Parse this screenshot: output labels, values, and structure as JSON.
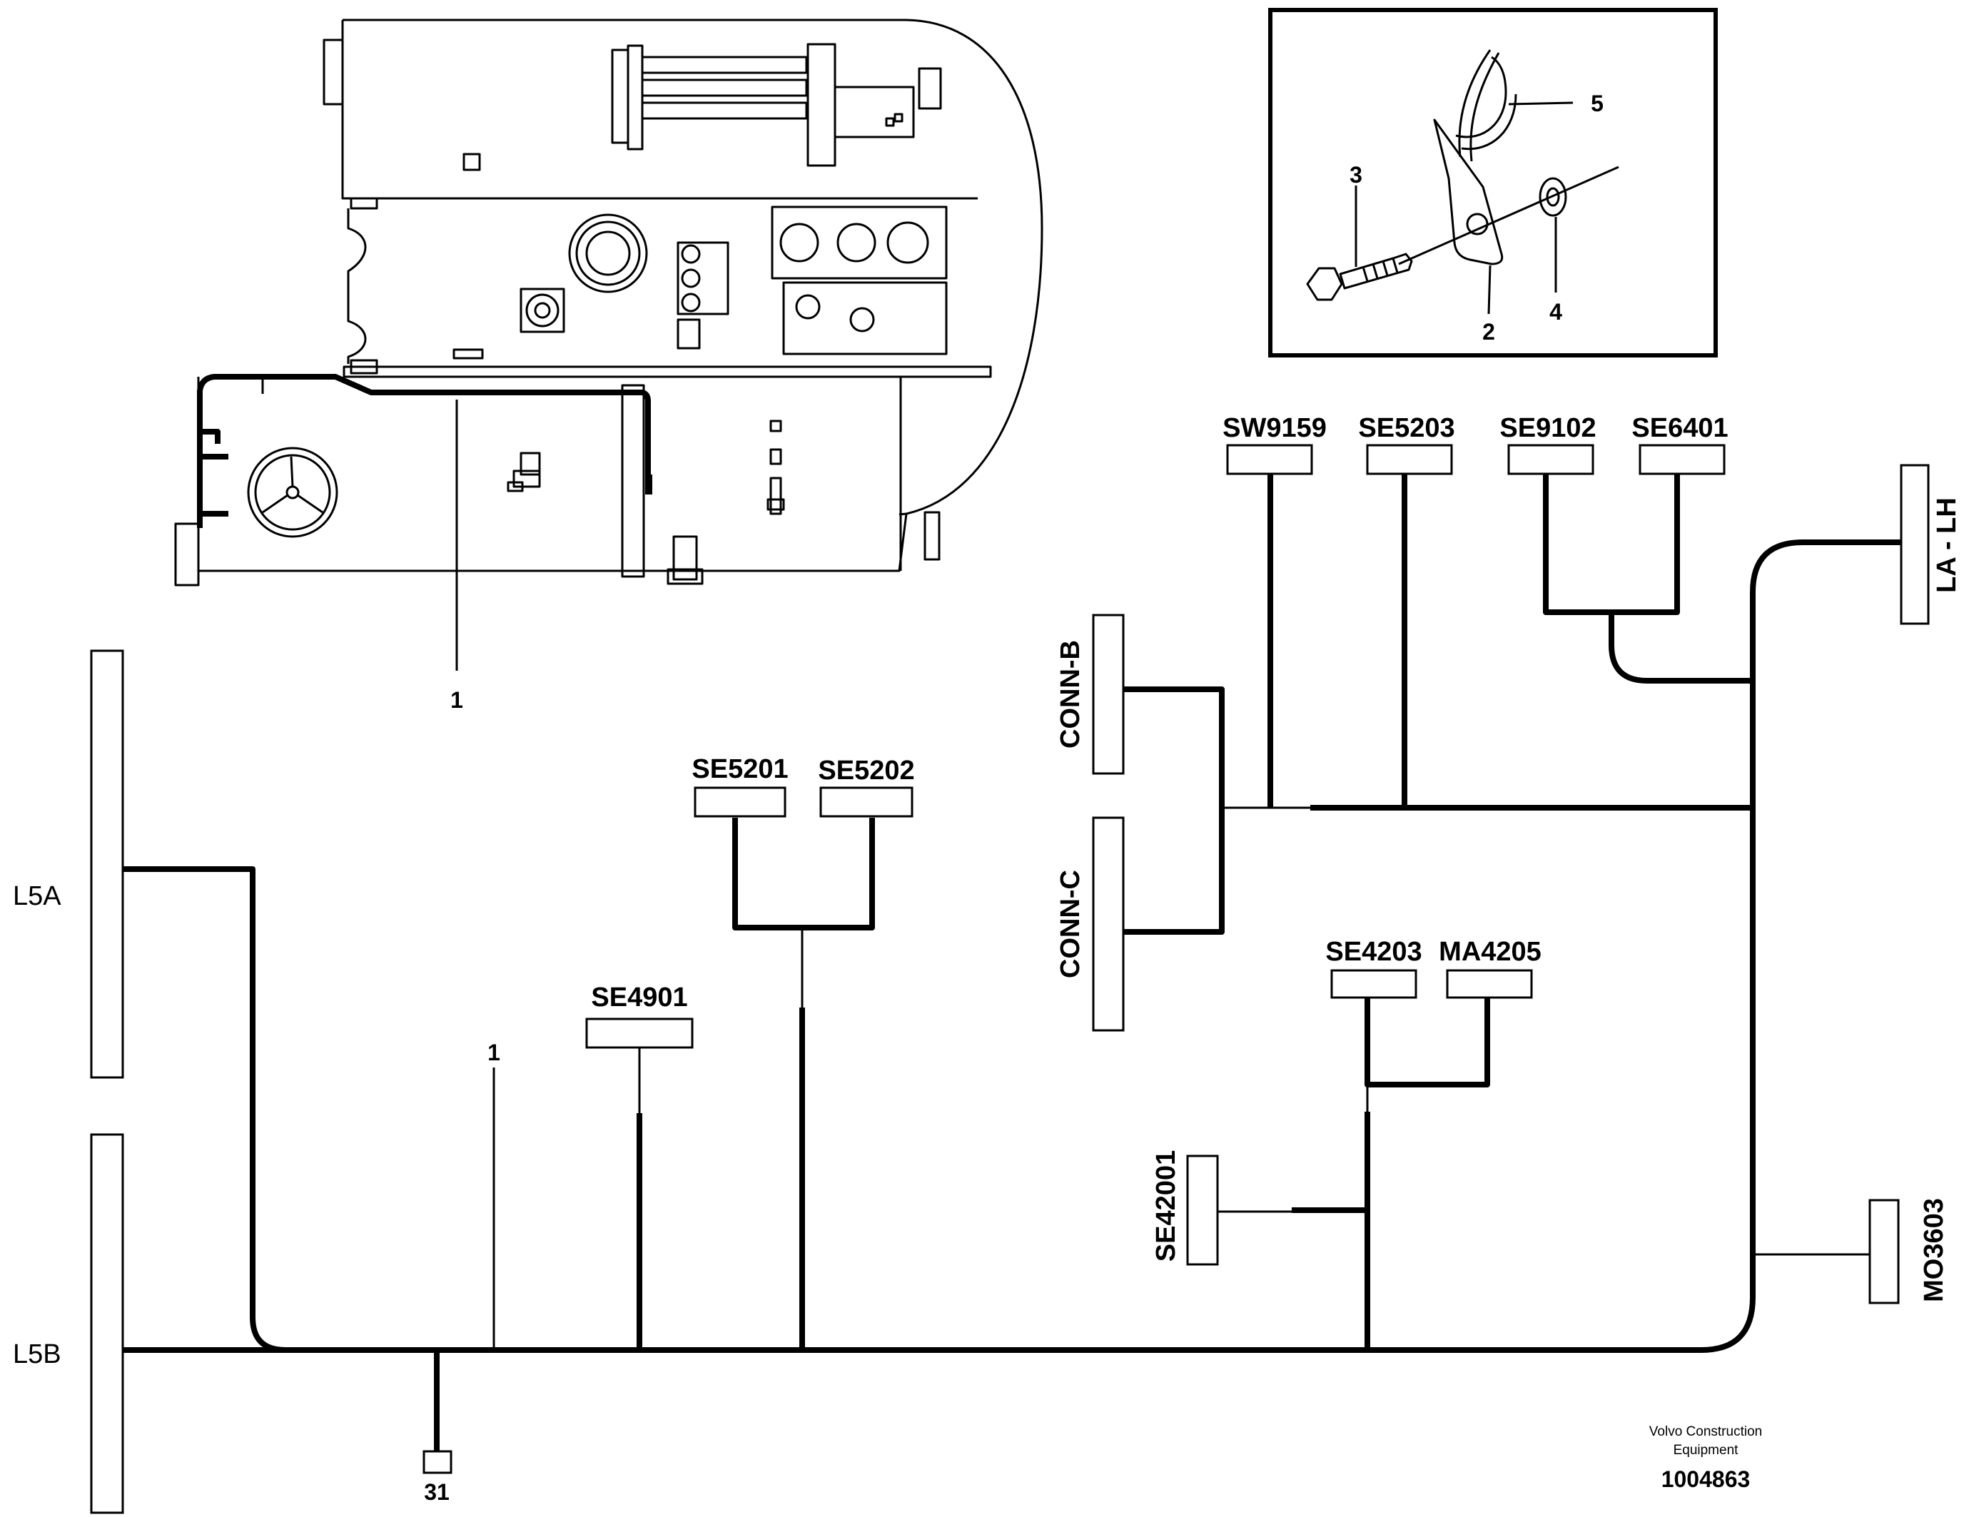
{
  "connectors": {
    "sw9159": "SW9159",
    "se5203": "SE5203",
    "se9102": "SE9102",
    "se6401": "SE6401",
    "la_lh": "LA - LH",
    "conn_b": "CONN-B",
    "conn_c": "CONN-C",
    "se5201": "SE5201",
    "se5202": "SE5202",
    "se4901": "SE4901",
    "se4203": "SE4203",
    "ma4205": "MA4205",
    "se42001": "SE42001",
    "mo3603": "MO3603",
    "l5a": "L5A",
    "l5b": "L5B",
    "ground": "31"
  },
  "callouts": {
    "harness_top": "1",
    "harness_main": "1",
    "detail_2": "2",
    "detail_3": "3",
    "detail_4": "4",
    "detail_5": "5"
  },
  "footer": {
    "company_line1": "Volvo Construction",
    "company_line2": "Equipment",
    "drawing_number": "1004863"
  }
}
